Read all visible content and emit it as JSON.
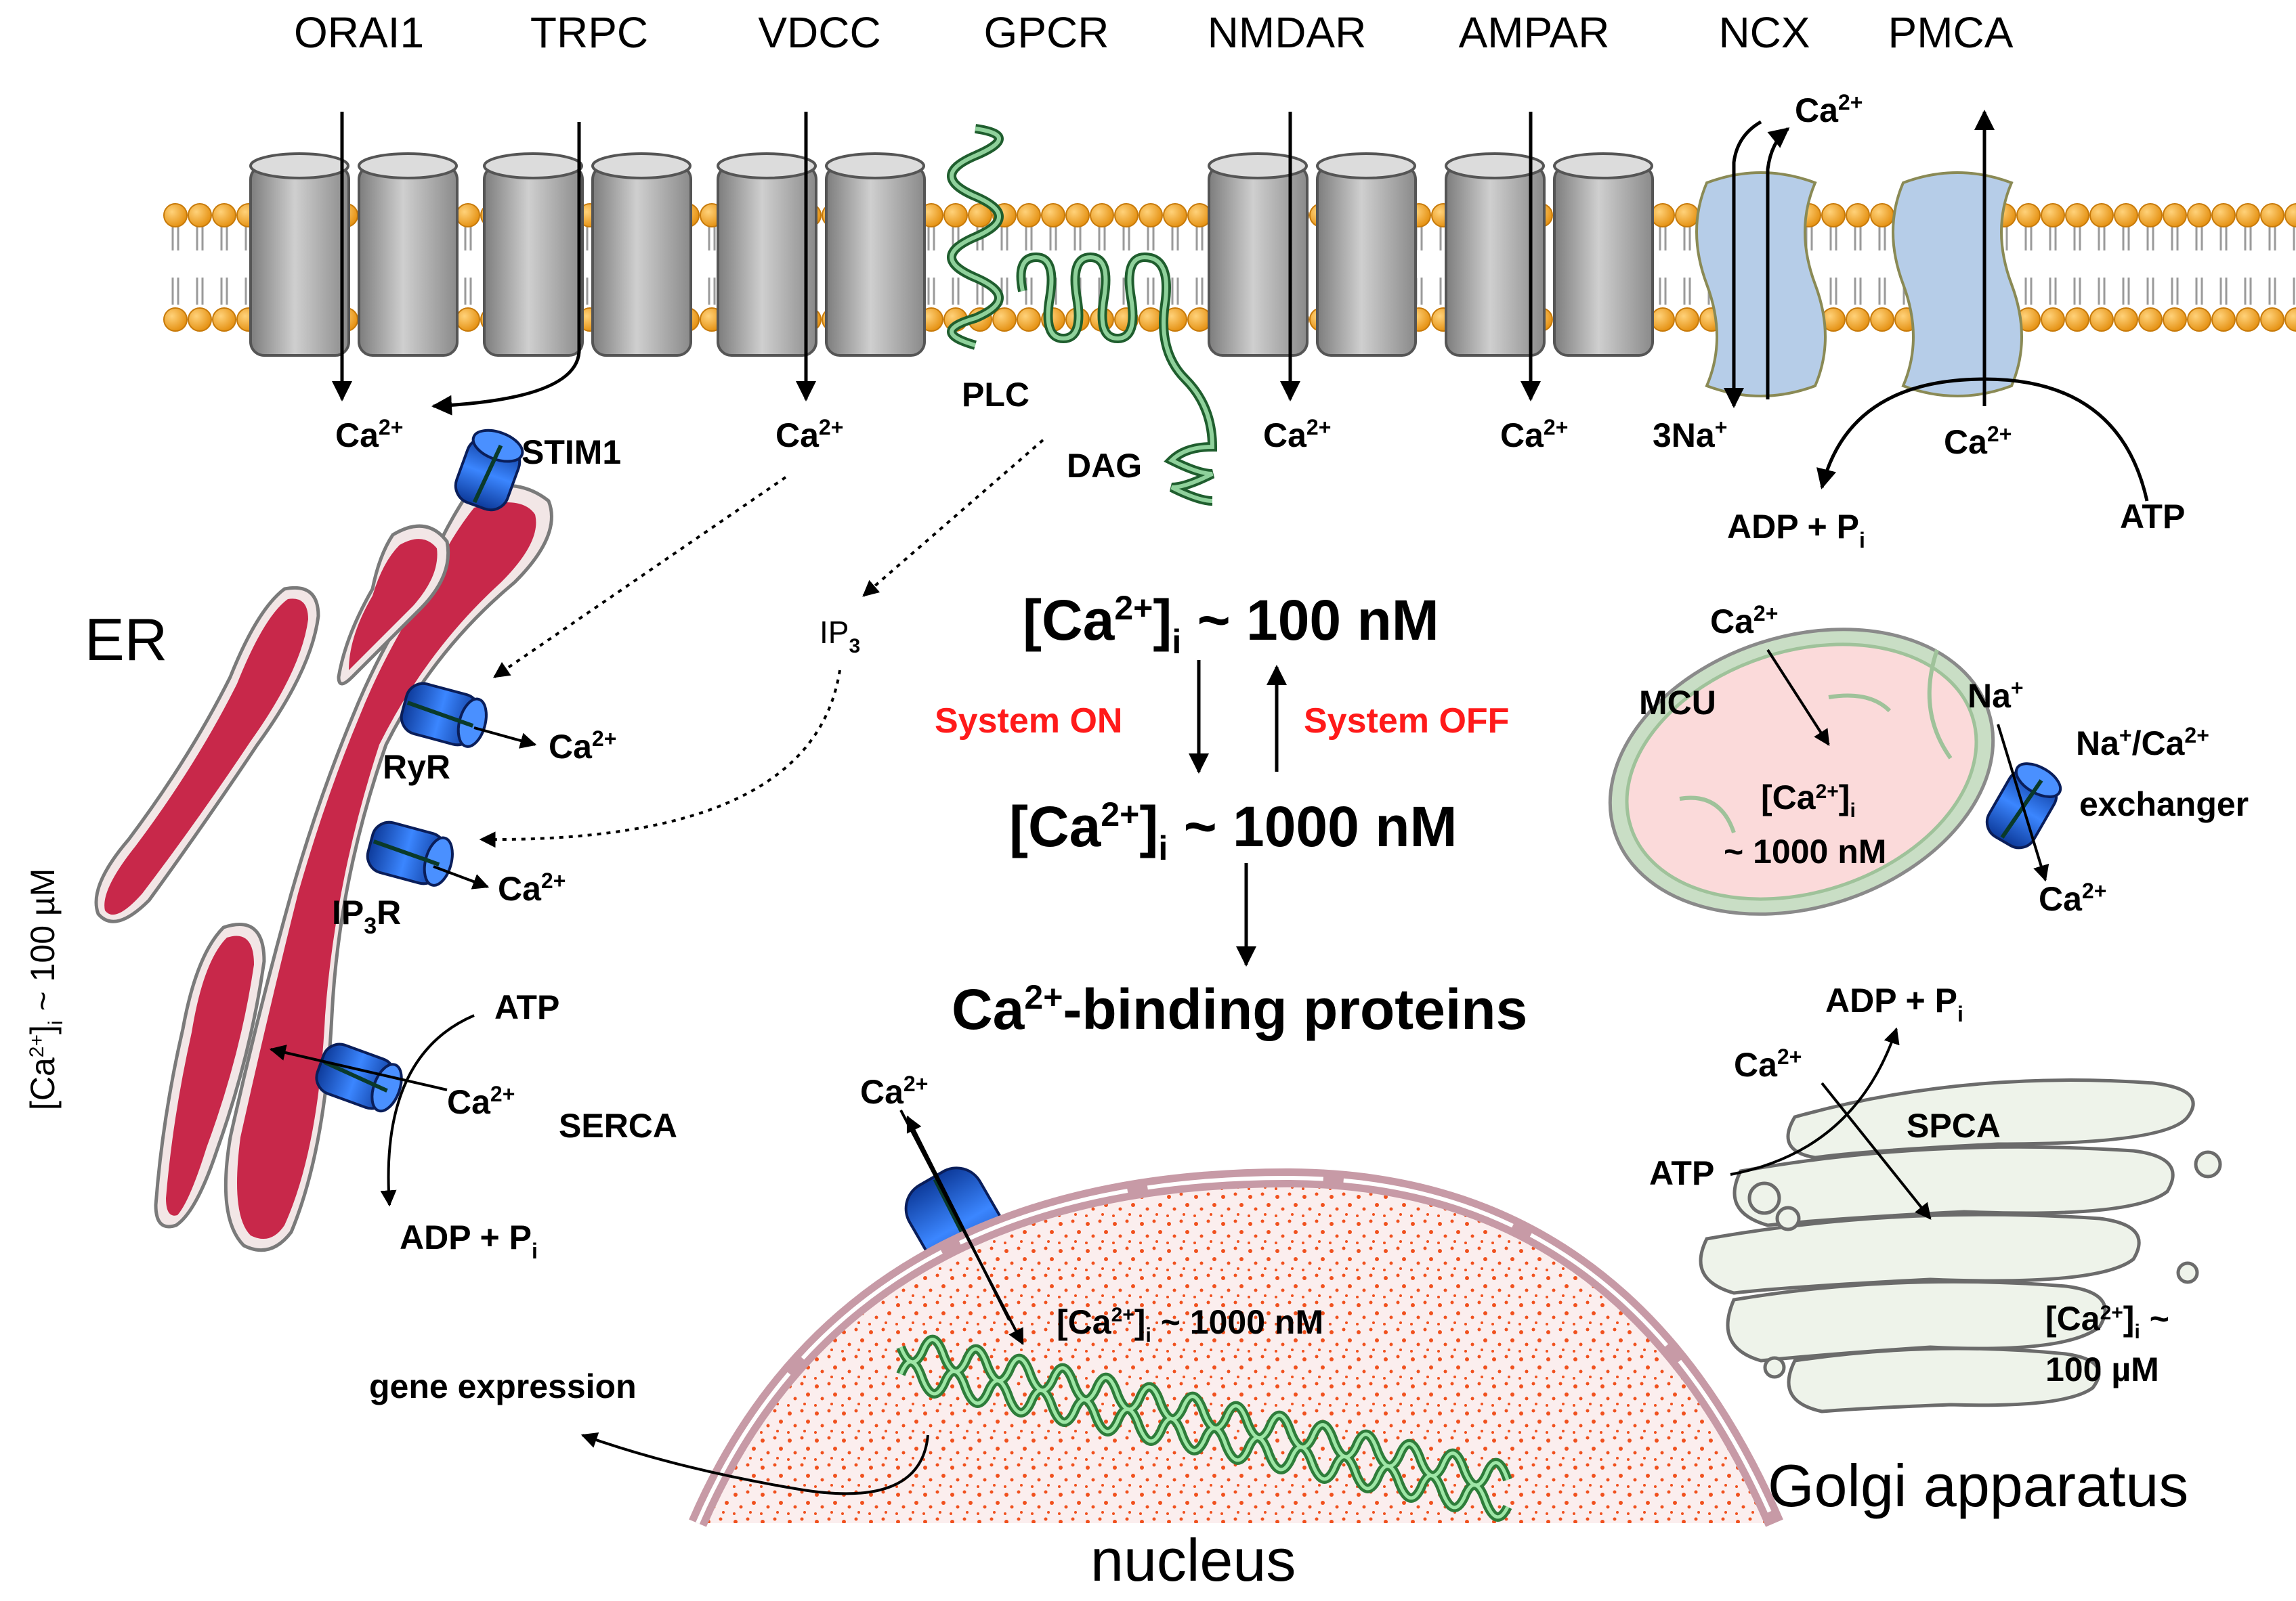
{
  "channels": {
    "orai1": "ORAI1",
    "trpc": "TRPC",
    "vdcc": "VDCC",
    "gpcr": "GPCR",
    "nmdar": "NMDAR",
    "ampar": "AMPAR",
    "ncx": "NCX",
    "pmca": "PMCA"
  },
  "ions": {
    "ca": "Ca",
    "ca_sup": "2+",
    "three_na": "3Na",
    "na": "Na",
    "plus": "+"
  },
  "membrane_labels": {
    "plc": "PLC",
    "dag": "DAG",
    "ip": "IP",
    "ip_sub": "3",
    "adp_pi": "ADP + P",
    "pi_sub": "i",
    "atp": "ATP"
  },
  "er": {
    "title": "ER",
    "stim1": "STIM1",
    "ryr": "RyR",
    "ip3r_main": "IP",
    "ip3r_sub": "3",
    "ip3r_end": "R",
    "serca": "SERCA",
    "atp": "ATP",
    "adp_pi": "ADP + P",
    "pi_sub": "i",
    "conc_prefix": "[Ca",
    "conc_sup": "2+",
    "conc_close": "]",
    "conc_sub": "i",
    "conc_value": " ~ 100 µM"
  },
  "center": {
    "conc_open": "[Ca",
    "conc_sup": "2+",
    "conc_close": "]",
    "conc_sub": "i",
    "rest_value": " ~ 100 nM",
    "active_value": " ~ 1000 nM",
    "system_on": "System ON",
    "system_off": "System OFF",
    "binding_ca": "Ca",
    "binding_sup": "2+",
    "binding_text": "-binding proteins"
  },
  "mitochondrion": {
    "mcu": "MCU",
    "exchanger_line1_a": "Na",
    "exchanger_line1_b": "+",
    "exchanger_line1_c": "/Ca",
    "exchanger_line1_d": "2+",
    "exchanger_line2": "exchanger",
    "conc_line1_open": "[Ca",
    "conc_line1_sup": "2+",
    "conc_line1_close": "]",
    "conc_line1_sub": "i",
    "conc_line2": "~ 1000 nM"
  },
  "golgi": {
    "title": "Golgi apparatus",
    "spca": "SPCA",
    "atp": "ATP",
    "adp_pi": "ADP + P",
    "pi_sub": "i",
    "conc_line1_open": "[Ca",
    "conc_line1_sup": "2+",
    "conc_line1_close": "]",
    "conc_line1_sub": "i",
    "conc_line1_end": " ~",
    "conc_line2": "100 µM"
  },
  "nucleus": {
    "title": "nucleus",
    "gene_expression": "gene expression",
    "conc_open": "[Ca",
    "conc_sup": "2+",
    "conc_close": "]",
    "conc_sub": "i",
    "conc_value": " ~ 1000 nM"
  },
  "colors": {
    "membrane_head": "#f5a623",
    "channel_gray": "#a9a9a9",
    "pump_blue": "#b6cde8",
    "er_red": "#c8284a",
    "channel_blue": "#1f5fd6",
    "mito_fill": "#fbdada",
    "mito_outer": "#9fc29a",
    "golgi_fill": "#eef3ea",
    "nucleus_dots": "#f0511e",
    "nucleus_env": "#c79aa6",
    "dna_green": "#2e7d3a",
    "system_red": "#ff1a1a"
  }
}
